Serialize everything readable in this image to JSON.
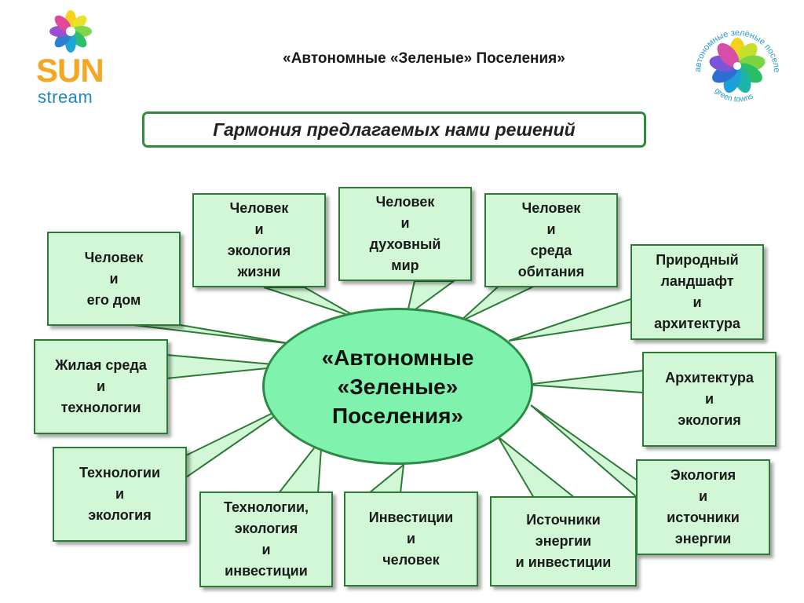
{
  "logo_left": {
    "word1": "SUN",
    "word2": "stream"
  },
  "logo_right": {
    "arc_text": "автономные зелёные поселения",
    "bottom_text": "green towns"
  },
  "header": {
    "title": "«Автономные «Зеленые» Поселения»"
  },
  "subtitle": "Гармония предлагаемых нами решений",
  "center": {
    "label": "«Автономные\n«Зеленые»\nПоселения»"
  },
  "callouts": [
    {
      "id": "human-ecology-life",
      "text": "Человек\nи\nэкология\nжизни"
    },
    {
      "id": "human-spiritual",
      "text": "Человек\nи\nдуховный\nмир"
    },
    {
      "id": "human-habitat",
      "text": "Человек\nи\nсреда\nобитания"
    },
    {
      "id": "human-home",
      "text": "Человек\nи\nего  дом"
    },
    {
      "id": "landscape-architecture",
      "text": "Природный\nландшафт\nи\nархитектура"
    },
    {
      "id": "living-tech",
      "text": "Жилая среда\nи\nтехнологии"
    },
    {
      "id": "architecture-ecology",
      "text": "Архитектура\nи\nэкология"
    },
    {
      "id": "tech-ecology",
      "text": "Технологии\nи\nэкология"
    },
    {
      "id": "tech-eco-invest",
      "text": "Технологии,\nэкология\nи\nинвестиции"
    },
    {
      "id": "invest-human",
      "text": "Инвестиции\nи\nчеловек"
    },
    {
      "id": "energy-invest",
      "text": "Источники\nэнергии\nи  инвестиции"
    },
    {
      "id": "ecology-energy",
      "text": "Экология\nи\nисточники\nэнергии"
    }
  ],
  "colors": {
    "callout_fill": "#d2f7d6",
    "callout_border": "#2c7a35",
    "center_fill": "#7ff2ad",
    "center_border": "#2c8a45",
    "subtitle_border": "#2f8a3a"
  }
}
